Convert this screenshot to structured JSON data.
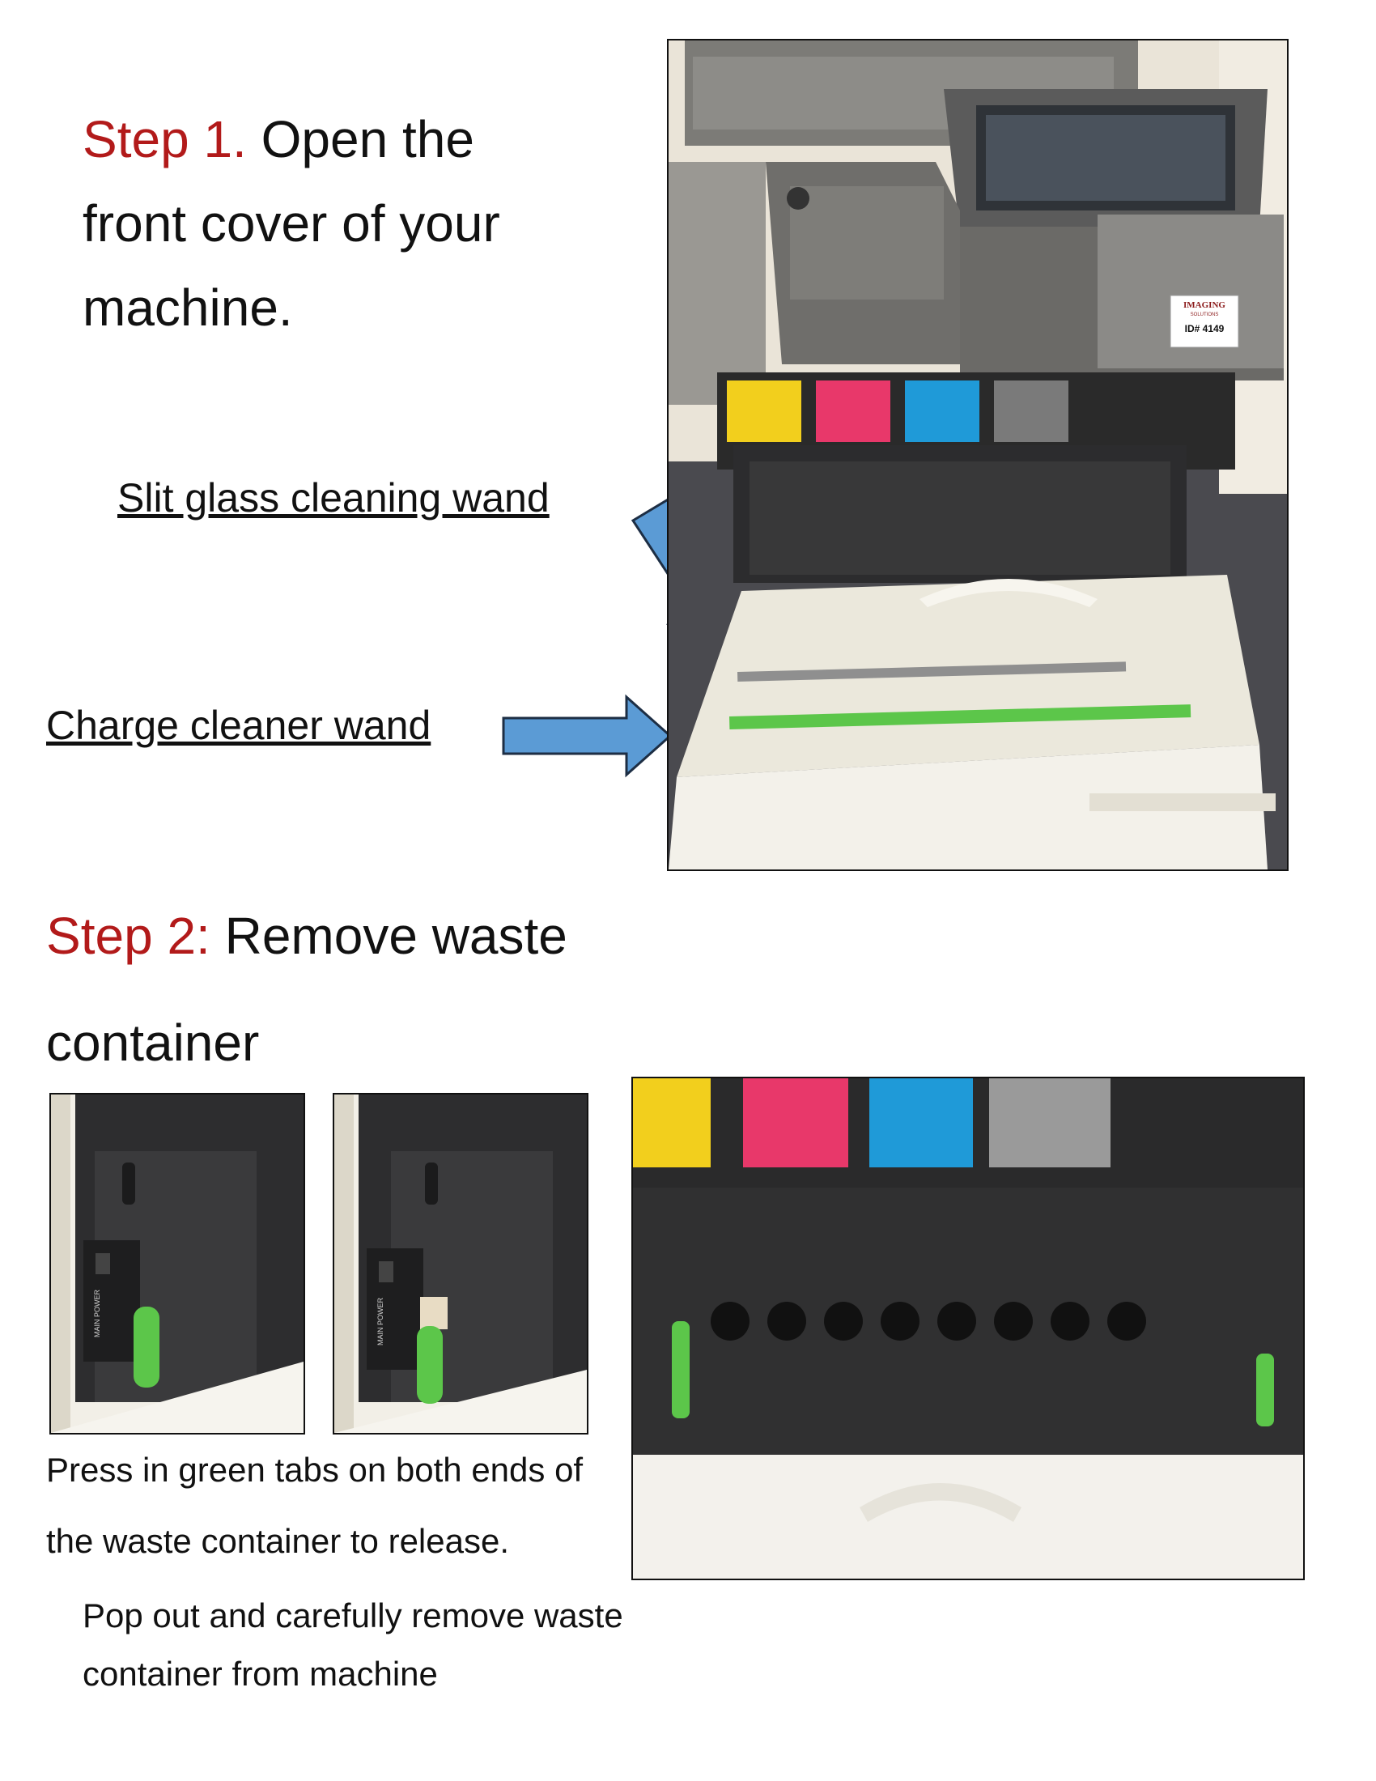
{
  "step1": {
    "label": "Step  1.",
    "text": "Open the front cover of your machine."
  },
  "callouts": {
    "slit_glass": "Slit glass cleaning wand",
    "charge_cleaner": "Charge cleaner wand"
  },
  "photo1": {
    "badge_line1": "IMAGING",
    "badge_line2": "SOLUTIONS",
    "badge_id": "ID# 4149"
  },
  "step2": {
    "label": "Step 2:",
    "text": "Remove waste container"
  },
  "instructions": {
    "press_tabs": "Press in green tabs on both ends of the waste container to release.",
    "pop_out": "Pop out and carefully remove waste container from machine"
  },
  "small_photos": {
    "power_label": "MAIN POWER"
  },
  "colors": {
    "step_red": "#b21a1a",
    "arrow_blue": "#5b9bd5",
    "toner_yellow": "#f2cf1d",
    "toner_magenta": "#e8386a",
    "toner_cyan": "#1f9ad8",
    "toner_gray": "#7a7a7a",
    "tab_green": "#5cc64a"
  }
}
